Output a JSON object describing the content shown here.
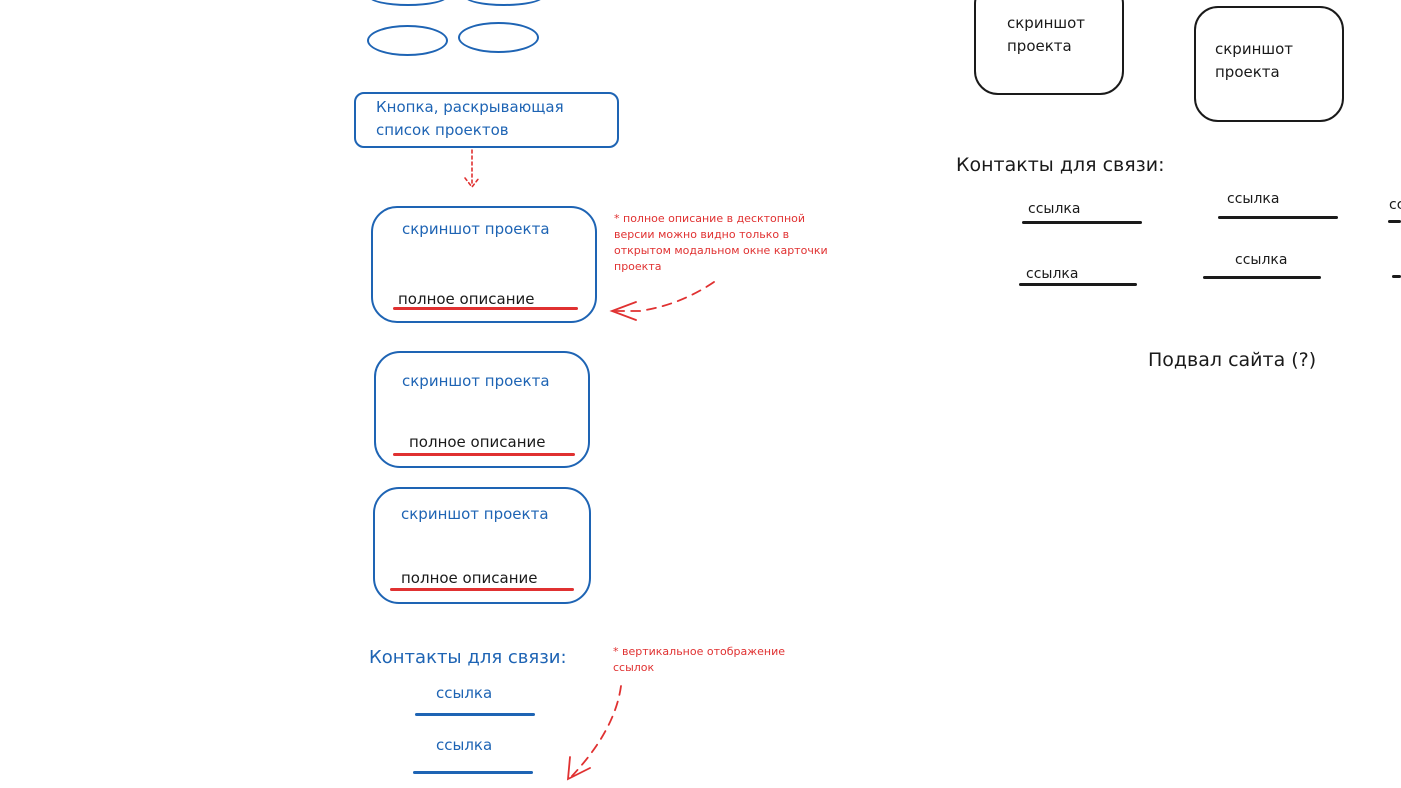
{
  "mobile": {
    "toggle_button_label": "Кнопка, раскрывающая список проектов",
    "cards": [
      {
        "screenshot": "скриншот проекта",
        "description": "полное описание"
      },
      {
        "screenshot": "скриншот проекта",
        "description": "полное описание"
      },
      {
        "screenshot": "скриншот проекта",
        "description": "полное описание"
      }
    ],
    "note_description": "* полное описание в десктопной версии можно видно только в открытом модальном окне карточки проекта",
    "contacts_title": "Контакты для связи:",
    "contacts_links": [
      "ссылка",
      "ссылка"
    ],
    "note_contacts": "* вертикальное отображение ссылок"
  },
  "desktop": {
    "cards": [
      {
        "screenshot": "скриншот проекта"
      },
      {
        "screenshot": "скриншот проекта"
      }
    ],
    "contacts_title": "Контакты для связи:",
    "contacts_links_row1": [
      "ссылка",
      "ссылка",
      "сс"
    ],
    "contacts_links_row2": [
      "ссылка",
      "ссылка"
    ],
    "footer": "Подвал сайта (?)"
  },
  "colors": {
    "mobile_ink": "#1e64b4",
    "desktop_ink": "#1a1a1a",
    "annotation": "#e03131"
  }
}
